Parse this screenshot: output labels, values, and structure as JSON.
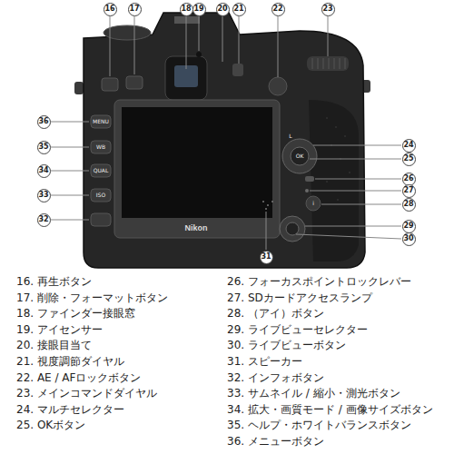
{
  "diagram": {
    "nodes": [
      {
        "text": [
          "16"
        ]
      },
      {
        "text": [
          "17"
        ]
      },
      {
        "text": [
          "18"
        ]
      },
      {
        "text": [
          "19"
        ]
      },
      {
        "text": [
          "20"
        ]
      },
      {
        "text": [
          "21"
        ]
      },
      {
        "text": [
          "22"
        ]
      },
      {
        "text": [
          "23"
        ]
      },
      {
        "text": [
          "36"
        ]
      },
      {
        "text": [
          "35"
        ]
      },
      {
        "text": [
          "34"
        ]
      },
      {
        "text": [
          "33"
        ]
      },
      {
        "text": [
          "32"
        ]
      },
      {
        "text": [
          "24"
        ]
      },
      {
        "text": [
          "25"
        ]
      },
      {
        "text": [
          "26"
        ]
      },
      {
        "text": [
          "27"
        ]
      },
      {
        "text": [
          "28"
        ]
      },
      {
        "text": [
          "29"
        ]
      },
      {
        "text": [
          "30"
        ]
      },
      {
        "text": [
          "31"
        ]
      }
    ],
    "labels": [
      "MENU",
      "WB",
      "QUAL",
      "ISO",
      "L",
      "OK",
      "i",
      "Nikon",
      "16. 再生ボタン",
      "17. 削除・フォーマットボタン",
      "18. ファインダー接眼窓",
      "19. アイセンサー",
      "20. 接眼目当て",
      "21. 視度調節ダイヤル",
      "22. AE / AFロックボタン",
      "23. メインコマンドダイヤル",
      "24. マルチセレクター",
      "25. OKボタン",
      "26. フォーカスポイントロックレバー",
      "27. SDカードアクセスランプ",
      "28. （アイ）ボタン",
      "29. ライブビューセレクター",
      "30. ライブビューボタン",
      "31. スピーカー",
      "32. インフォボタン",
      "33. サムネイル / 縮小・測光ボタン",
      "34. 拡大・画質モード / 画像サイズボタン",
      "35. ヘルプ・ホワイトバランスボタン",
      "36. メニューボタン"
    ]
  }
}
